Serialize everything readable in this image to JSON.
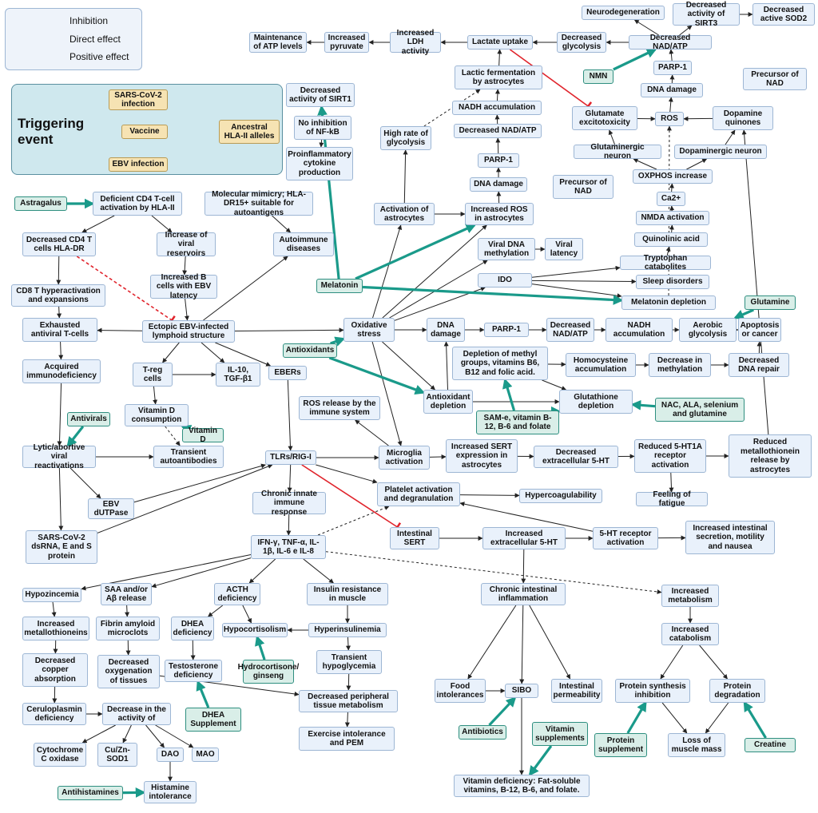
{
  "legend": {
    "inhibition": "Inhibition",
    "direct_effect": "Direct effect",
    "positive_effect": "Positive effect",
    "colors": {
      "inhibition": "#e0242c",
      "direct": "#222222",
      "positive": "#1a9a8a"
    }
  },
  "trigger_panel": {
    "title": "Triggering event"
  },
  "nodes": {
    "sars_infection": "SARS-CoV-2 infection",
    "vaccine": "Vaccine",
    "ebv_infection": "EBV infection",
    "ancestral_hla": "Ancestral HLA-II alleles",
    "dec_sirt1": "Decreased activity of SIRT1",
    "no_nfkb": "No inhibition of NF-kB",
    "proinflam": "Proinflammatory cytokine production",
    "maint_atp": "Maintenance of ATP levels",
    "inc_pyruvate": "Increased pyruvate",
    "inc_ldh": "Increased LDH activity",
    "lactate_uptake": "Lactate uptake",
    "dec_glycolysis": "Decreased glycolysis",
    "dec_nad_top": "Decreased NAD/ATP",
    "neurodegeneration": "Neurodegeneration",
    "dec_sirt3": "Decreased activity of SIRT3",
    "dec_sod2": "Decreased active SOD2",
    "lactic_ferm": "Lactic fermentation by astrocytes",
    "nmn": "NMN",
    "parp1_top": "PARP-1",
    "precursor_nad_r": "Precursor of NAD",
    "dna_damage_top": "DNA damage",
    "nadh_accum_top": "NADH accumulation",
    "glut_excit": "Glutamate excitotoxicity",
    "ros": "ROS",
    "dopamine_quin": "Dopamine quinones",
    "high_glycolysis": "High rate of glycolysis",
    "dec_nad_mid": "Decreased NAD/ATP",
    "glut_neuron": "Glutaminergic neuron",
    "dopa_neuron": "Dopaminergic neuron",
    "parp1_mid": "PARP-1",
    "oxphos": "OXPHOS increase",
    "precursor_nad_l": "Precursor of NAD",
    "dna_damage_mid": "DNA damage",
    "ca2": "Ca2+",
    "astragalus": "Astragalus",
    "def_cd4": "Deficient CD4 T-cell activation by HLA-II",
    "mol_mimicry": "Molecular mimicry; HLA-DR15+ suitable for autoantigens",
    "act_astro": "Activation of astrocytes",
    "inc_ros_astro": "Increased ROS in astrocytes",
    "nmda": "NMDA activation",
    "quinolinic": "Quinolinic acid",
    "dec_cd4": "Decreased CD4 T cells HLA-DR",
    "inc_viral_res": "Increase of viral reservoirs",
    "autoimmune": "Autoimmune diseases",
    "viral_dna_meth": "Viral DNA methylation",
    "viral_latency": "Viral latency",
    "trp_catab": "Tryptophan catabolites",
    "inc_bcells": "Increased B cells with EBV latency",
    "melatonin": "Melatonin",
    "ido": "IDO",
    "sleep_dis": "Sleep disorders",
    "cd8_hyper": "CD8 T hyperactivation and expansions",
    "melatonin_dep": "Melatonin depletion",
    "glutamine": "Glutamine",
    "exhausted_t": "Exhausted antiviral T-cells",
    "ectopic_ebv": "Ectopic EBV-infected lymphoid structure",
    "ox_stress": "Oxidative stress",
    "dna_damage_low": "DNA damage",
    "parp1_low": "PARP-1",
    "dec_nad_low": "Decreased NAD/ATP",
    "nadh_accum_low": "NADH accumulation",
    "aerobic_glyc": "Aerobic glycolysis",
    "apoptosis": "Apoptosis or cancer",
    "antioxidants": "Antioxidants",
    "depletion_methyl": "Depletion of methyl groups, vitamins B6, B12 and folic acid.",
    "homocysteine": "Homocysteine accumulation",
    "dec_methylation": "Decrease in methylation",
    "dec_dna_repair": "Decreased DNA repair",
    "acq_immuno": "Acquired immunodeficiency",
    "treg": "T-reg cells",
    "il10": "IL-10, TGF-β1",
    "ebers": "EBERs",
    "antiox_dep": "Antioxidant depletion",
    "glut_dep": "Glutathione depletion",
    "antivirals": "Antivirals",
    "vitd_cons": "Vitamin D consumption",
    "ros_release": "ROS release by the immune system",
    "same": "SAM-e, vitamin B-12, B-6 and folate",
    "nac": "NAC, ALA, selenium and glutamine",
    "vitamin_d": "Vitamin D",
    "lytic": "Lytic/abortive viral reactivations",
    "transient_auto": "Transient autoantibodies",
    "tlrs": "TLRs/RIG-I",
    "microglia": "Microglia activation",
    "inc_sert_astro": "Increased SERT expression in astrocytes",
    "dec_extra_5ht": "Decreased extracellular 5-HT",
    "reduced_5ht1a": "Reduced 5-HT1A receptor activation",
    "reduced_metallo": "Reduced metallothionein release by astrocytes",
    "ebv_dutpase": "EBV dUTPase",
    "platelet": "Platelet activation and degranulation",
    "hypercoag": "Hypercoagulability",
    "fatigue": "Feeling of fatigue",
    "chronic_innate": "Chronic innate immune response",
    "sars_dsrna": "SARS-CoV-2 dsRNA, E and S protein",
    "intestinal_sert": "Intestinal SERT",
    "inc_extra_5ht": "Increased extracellular 5-HT",
    "ht_receptor": "5-HT receptor activation",
    "inc_intestinal": "Increased intestinal secretion, motility and nausea",
    "ifn": "IFN-γ, TNF-α, IL-1β, IL-6 e IL-8",
    "hypozincemia": "Hypozincemia",
    "saa": "SAA and/or Aβ release",
    "acth_def": "ACTH deficiency",
    "insulin_res": "Insulin resistance in muscle",
    "chronic_int_inflam": "Chronic intestinal inflammation",
    "inc_metabolism": "Increased metabolism",
    "inc_metallo": "Increased metallothioneins",
    "fibrin": "Fibrin amyloid microclots",
    "dhea_def": "DHEA deficiency",
    "hypocortisolism": "Hypocortisolism",
    "hyperinsulinemia": "Hyperinsulinemia",
    "inc_catabolism": "Increased catabolism",
    "dec_copper": "Decreased copper absorption",
    "dec_oxygenation": "Decreased oxygenation of tissues",
    "testosterone_def": "Testosterone deficiency",
    "hydrocortisone": "Hydrocortisone/ ginseng",
    "transient_hypo": "Transient hypoglycemia",
    "food_intol": "Food intolerances",
    "sibo": "SIBO",
    "intestinal_perm": "Intestinal permeability",
    "protein_synth": "Protein synthesis inhibition",
    "protein_deg": "Protein degradation",
    "ceruloplasmin": "Ceruloplasmin deficiency",
    "dec_activity_of": "Decrease in the activity of",
    "dhea_supp": "DHEA Supplement",
    "dec_periph": "Decreased peripheral tissue metabolism",
    "antibiotics": "Antibiotics",
    "vit_supps": "Vitamin supplements",
    "protein_supp": "Protein supplement",
    "loss_muscle": "Loss of muscle mass",
    "creatine": "Creatine",
    "cytochrome": "Cytochrome C oxidase",
    "cuzn_sod1": "Cu/Zn-SOD1",
    "dao": "DAO",
    "mao": "MAO",
    "exercise_intol": "Exercise intolerance and PEM",
    "antihistamines": "Antihistamines",
    "histamine_intol": "Histamine intolerance",
    "vit_def": "Vitamin deficiency: Fat-soluble vitamins, B-12, B-6, and folate."
  }
}
